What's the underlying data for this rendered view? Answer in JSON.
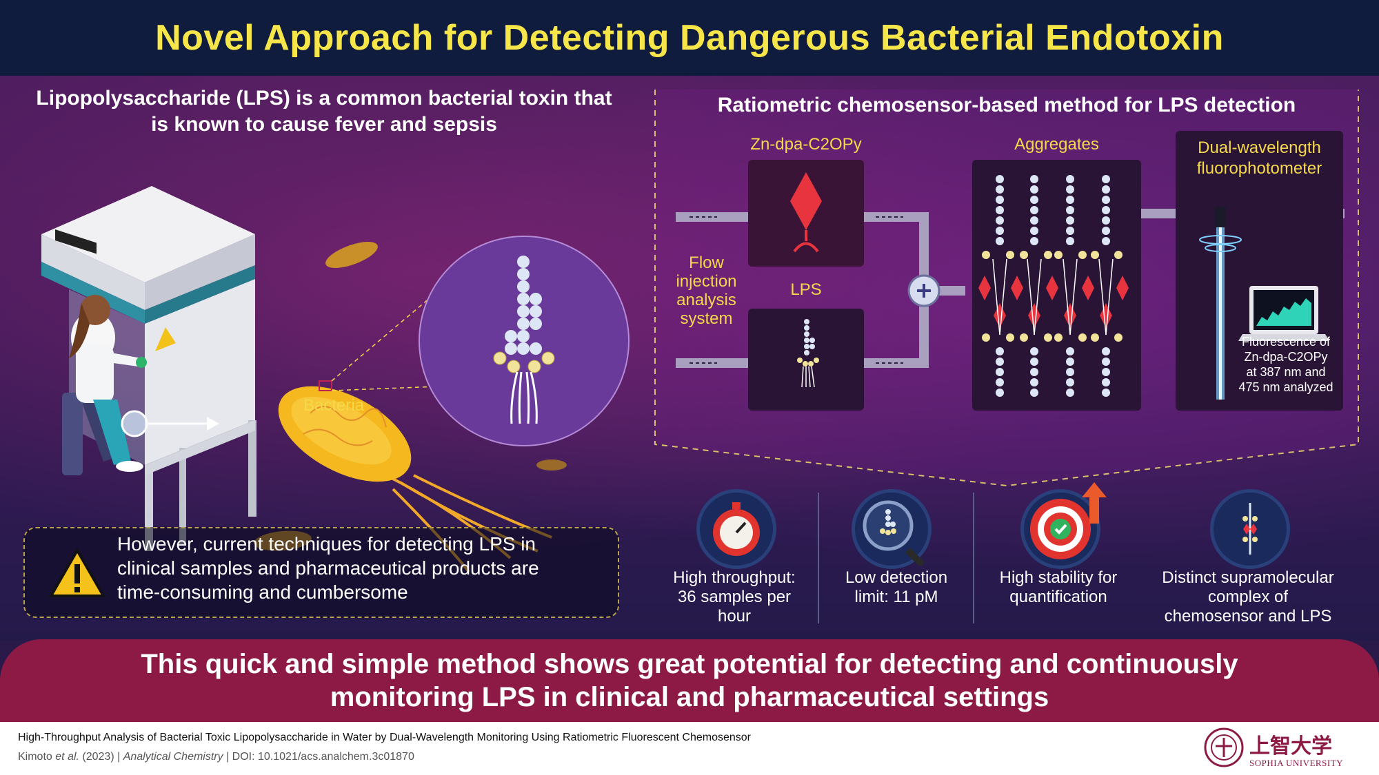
{
  "title": "Novel Approach for Detecting Dangerous Bacterial Endotoxin",
  "left": {
    "heading_line1": "Lipopolysaccharide (LPS) is a common bacterial toxin that",
    "heading_line2": "is known to cause fever and sepsis",
    "bacteria_label": "Bacteria",
    "warning_line1": "However, current techniques for detecting LPS in",
    "warning_line2": "clinical samples and pharmaceutical products are",
    "warning_line3": "time-consuming and cumbersome"
  },
  "right": {
    "heading": "Ratiometric chemosensor-based method for LPS detection",
    "sensor_label": "Zn-dpa-C2OPy",
    "lps_label": "LPS",
    "aggregates_label": "Aggregates",
    "flow_label": [
      "Flow",
      "injection",
      "analysis",
      "system"
    ],
    "device_label": [
      "Dual-wavelength",
      "fluorophotometer"
    ],
    "fluorescence_note": [
      "Fluorescence of",
      "Zn-dpa-C2OPy",
      "at 387 nm and",
      "475 nm analyzed"
    ]
  },
  "features": [
    {
      "icon": "stopwatch-icon",
      "lines": [
        "High throughput:",
        "36 samples per",
        "hour"
      ]
    },
    {
      "icon": "magnifier-icon",
      "lines": [
        "Low detection",
        "limit: 11 pM"
      ]
    },
    {
      "icon": "target-icon",
      "lines": [
        "High stability for",
        "quantification"
      ]
    },
    {
      "icon": "complex-icon",
      "lines": [
        "Distinct supramolecular",
        "complex of",
        "chemosensor and LPS"
      ]
    }
  ],
  "conclusion_line1": "This quick and simple method shows great potential for detecting and continuously",
  "conclusion_line2": "monitoring LPS in clinical and pharmaceutical settings",
  "reference": {
    "title": "High-Throughput Analysis of Bacterial Toxic Lipopolysaccharide in Water by Dual-Wavelength Monitoring Using Ratiometric Fluorescent Chemosensor",
    "authors": "Kimoto",
    "etal": "et al.",
    "year": "(2023)",
    "journal": "Analytical Chemistry",
    "doi": "DOI: 10.1021/acs.analchem.3c01870"
  },
  "university": {
    "name_cn": "上智大学",
    "name_en": "SOPHIA UNIVERSITY"
  },
  "colors": {
    "title": "#f6e64a",
    "banner": "#8d1a45",
    "header_bg": "#101c3e",
    "accent_yellow": "#f4d94a"
  }
}
